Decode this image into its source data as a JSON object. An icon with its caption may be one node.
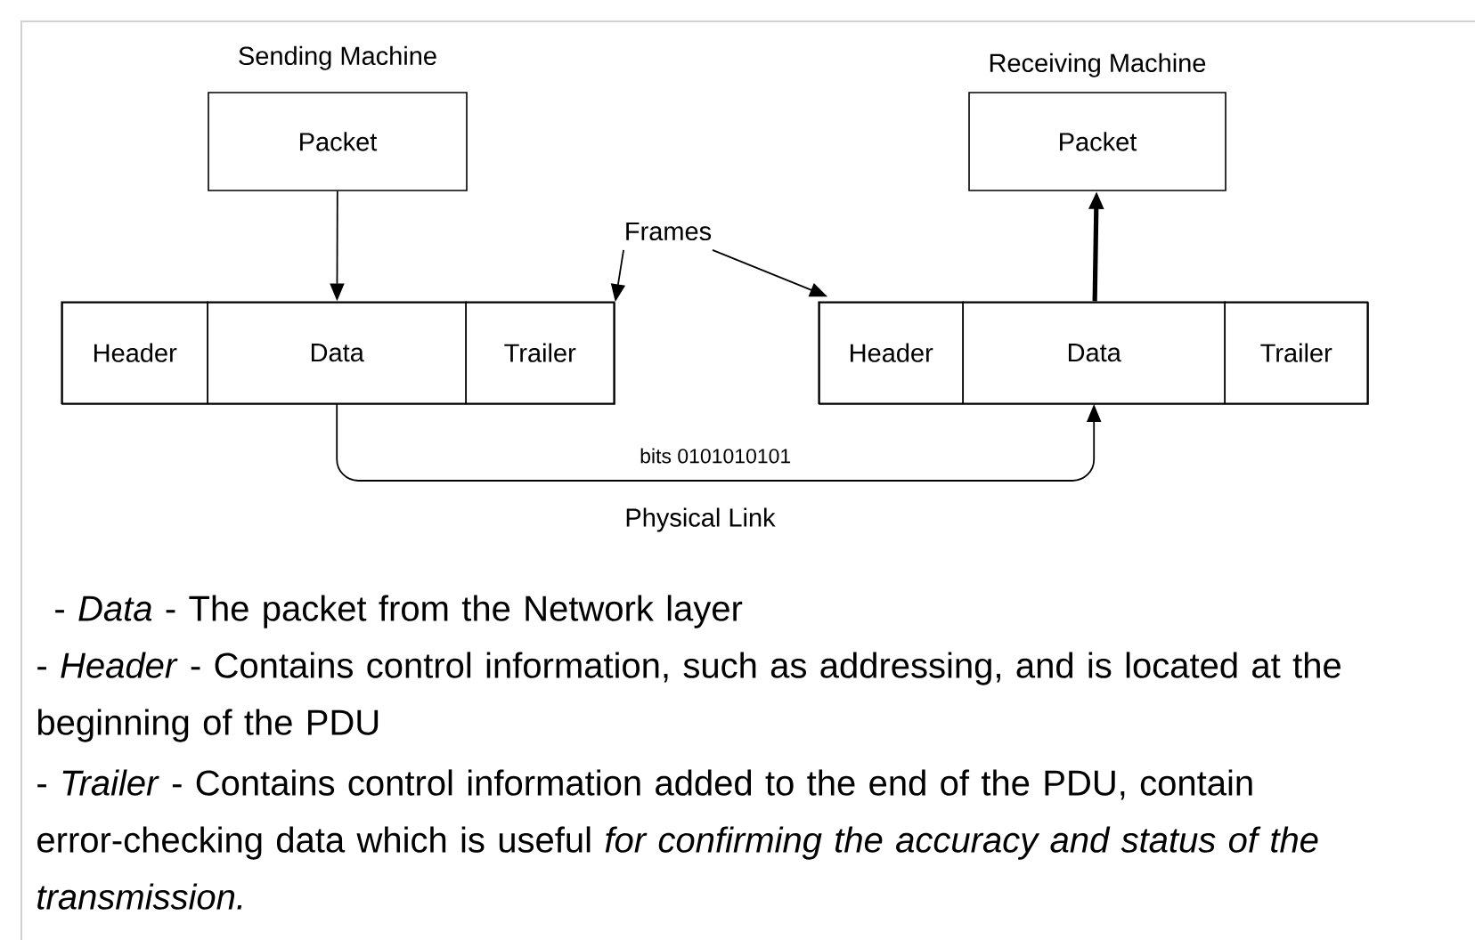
{
  "diagram": {
    "nodes": [
      {
        "text": [
          "Packet"
        ],
        "beside": [
          "Sending Machine"
        ]
      },
      {
        "text": [],
        "shape": "box"
      },
      {
        "text": [
          "Header"
        ],
        "in": 1
      },
      {
        "text": [
          "Data"
        ],
        "in": 1
      },
      {
        "text": [
          "Trailer"
        ],
        "in": 1
      },
      {
        "text": [
          "Frames"
        ]
      },
      {
        "text": [],
        "shape": "box"
      },
      {
        "text": [
          "Header"
        ],
        "in": 6
      },
      {
        "text": [
          "Data"
        ],
        "in": 6
      },
      {
        "text": [
          "Trailer"
        ],
        "in": 6
      },
      {
        "text": [
          "Packet"
        ],
        "beside": [
          "Receiving Machine"
        ]
      }
    ],
    "edges": [
      {
        "from": 0,
        "to": 3,
        "arrow": "to"
      },
      {
        "from": 5,
        "to": 1,
        "arrow": "to"
      },
      {
        "from": 5,
        "to": 6,
        "arrow": "to"
      },
      {
        "from": 3,
        "to": 8,
        "arrow": "to",
        "label": "bits 0101010101"
      },
      {
        "from": 8,
        "to": 10,
        "arrow": "to",
        "style": "thick"
      }
    ],
    "labels": [
      "Physical Link",
      "- *Data* - The packet from the Network layer",
      "- *Header* - Contains control information, such as addressing, and is located at the beginning of the PDU",
      "- *Trailer* - Contains control information added to the end of the PDU, contain error-checking data which is useful *for confirming the accuracy and status of the transmission.*"
    ]
  }
}
